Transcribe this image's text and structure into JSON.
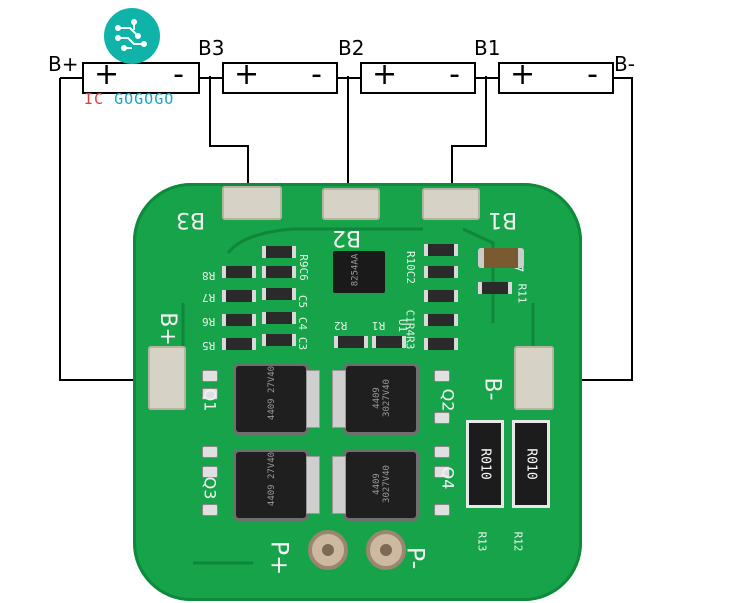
{
  "wire_labels": {
    "b_plus": "B+",
    "b3": "B3",
    "b2": "B2",
    "b1": "B1",
    "b_minus": "B-"
  },
  "battery": {
    "plus": "+",
    "minus": "-"
  },
  "logo": {
    "text_red": "IC",
    "text_teal": "GOGOGO",
    "color_red": "#e53935",
    "color_teal": "#18a4c9"
  },
  "pcb": {
    "pads": {
      "b3": "B3",
      "b2": "B2",
      "b1": "B1",
      "b_plus": "B+",
      "b_minus": "B-"
    },
    "outputs": {
      "p_plus": "P+",
      "p_minus": "P-"
    },
    "mosfets": {
      "q1": "Q1",
      "q2": "Q2",
      "q3": "Q3",
      "q4": "Q4",
      "marking_a": "4409 27V40",
      "marking_b": "4409 3027V40"
    },
    "ic_marking": "8254AA",
    "components": {
      "r9c6": "R9C6",
      "r10c2": "R10C2",
      "c7": "C7",
      "r8": "R8",
      "r7": "R7",
      "r6": "R6",
      "r5": "R5",
      "c5": "C5",
      "c4": "C4",
      "c3": "C3",
      "r2": "R2",
      "r1": "R1",
      "u1": "U1",
      "c1r4r3": "C1R4R3",
      "r11": "R11",
      "r13": "R13",
      "r12": "R12"
    },
    "shunt_marking": "R010"
  },
  "colors": {
    "pcb_green": "#16a34a",
    "wire": "#000000"
  }
}
